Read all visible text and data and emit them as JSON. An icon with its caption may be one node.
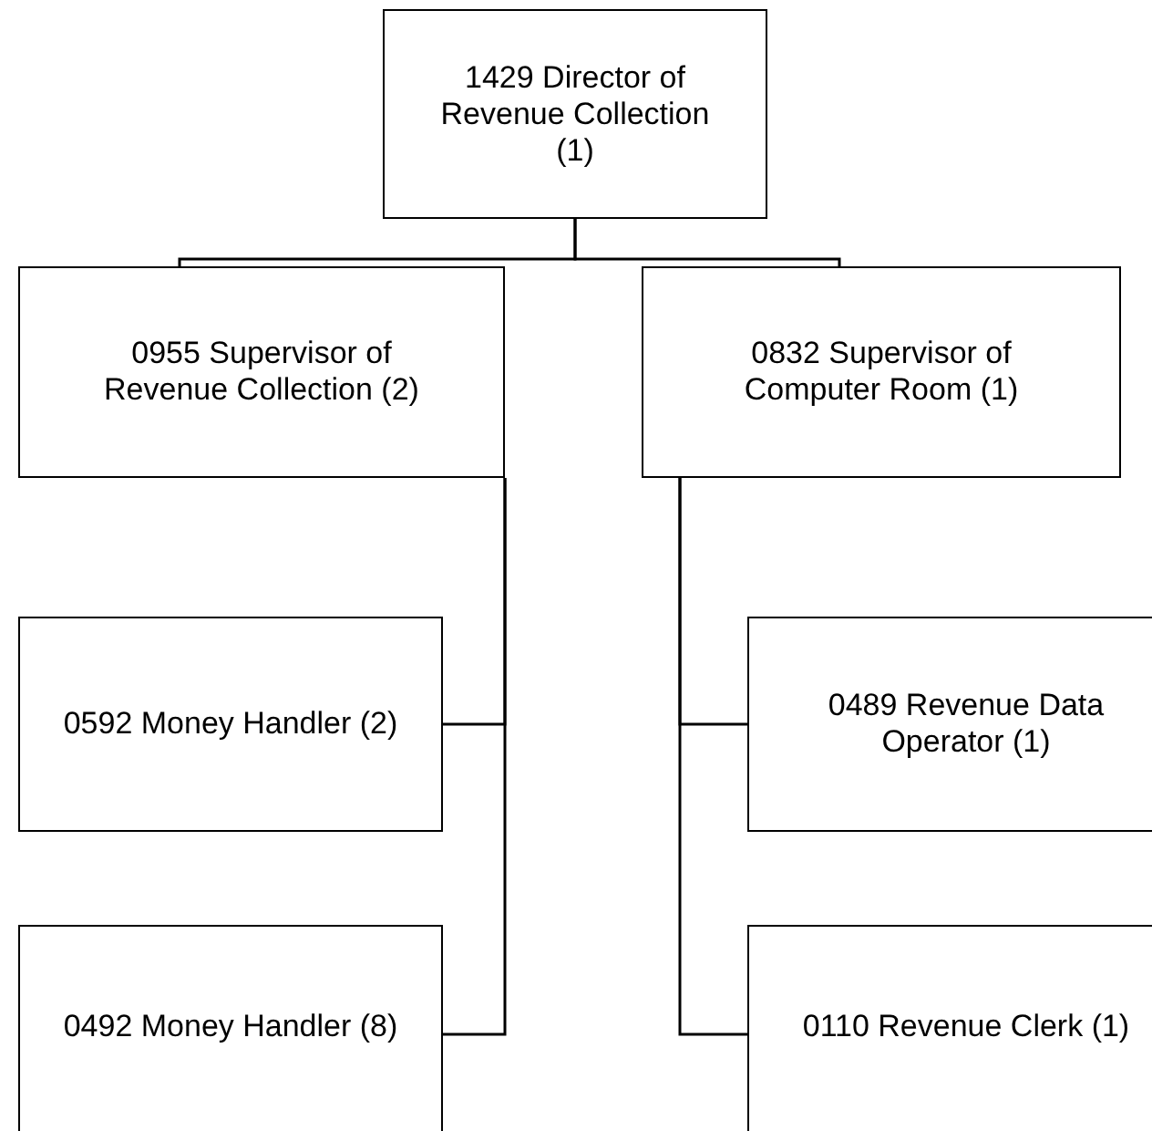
{
  "diagram": {
    "nodes": [
      {
        "text": [
          "1429 Director of Revenue Collection (1)"
        ]
      },
      {
        "text": [
          "0955 Supervisor of Revenue Collection (2)"
        ]
      },
      {
        "text": [
          "0832 Supervisor of Computer Room (1)"
        ]
      },
      {
        "text": [
          "0592 Money Handler (2)"
        ]
      },
      {
        "text": [
          "0489 Revenue Data Operator (1)"
        ]
      },
      {
        "text": [
          "0492 Money Handler (8)"
        ]
      },
      {
        "text": [
          "0110 Revenue Clerk (1)"
        ]
      }
    ],
    "edges": [
      {
        "from": 0,
        "to": 1,
        "arrow": "none"
      },
      {
        "from": 0,
        "to": 2,
        "arrow": "none"
      },
      {
        "from": 1,
        "to": 3,
        "arrow": "none"
      },
      {
        "from": 1,
        "to": 5,
        "arrow": "none"
      },
      {
        "from": 2,
        "to": 4,
        "arrow": "none"
      },
      {
        "from": 2,
        "to": 6,
        "arrow": "none"
      }
    ]
  }
}
